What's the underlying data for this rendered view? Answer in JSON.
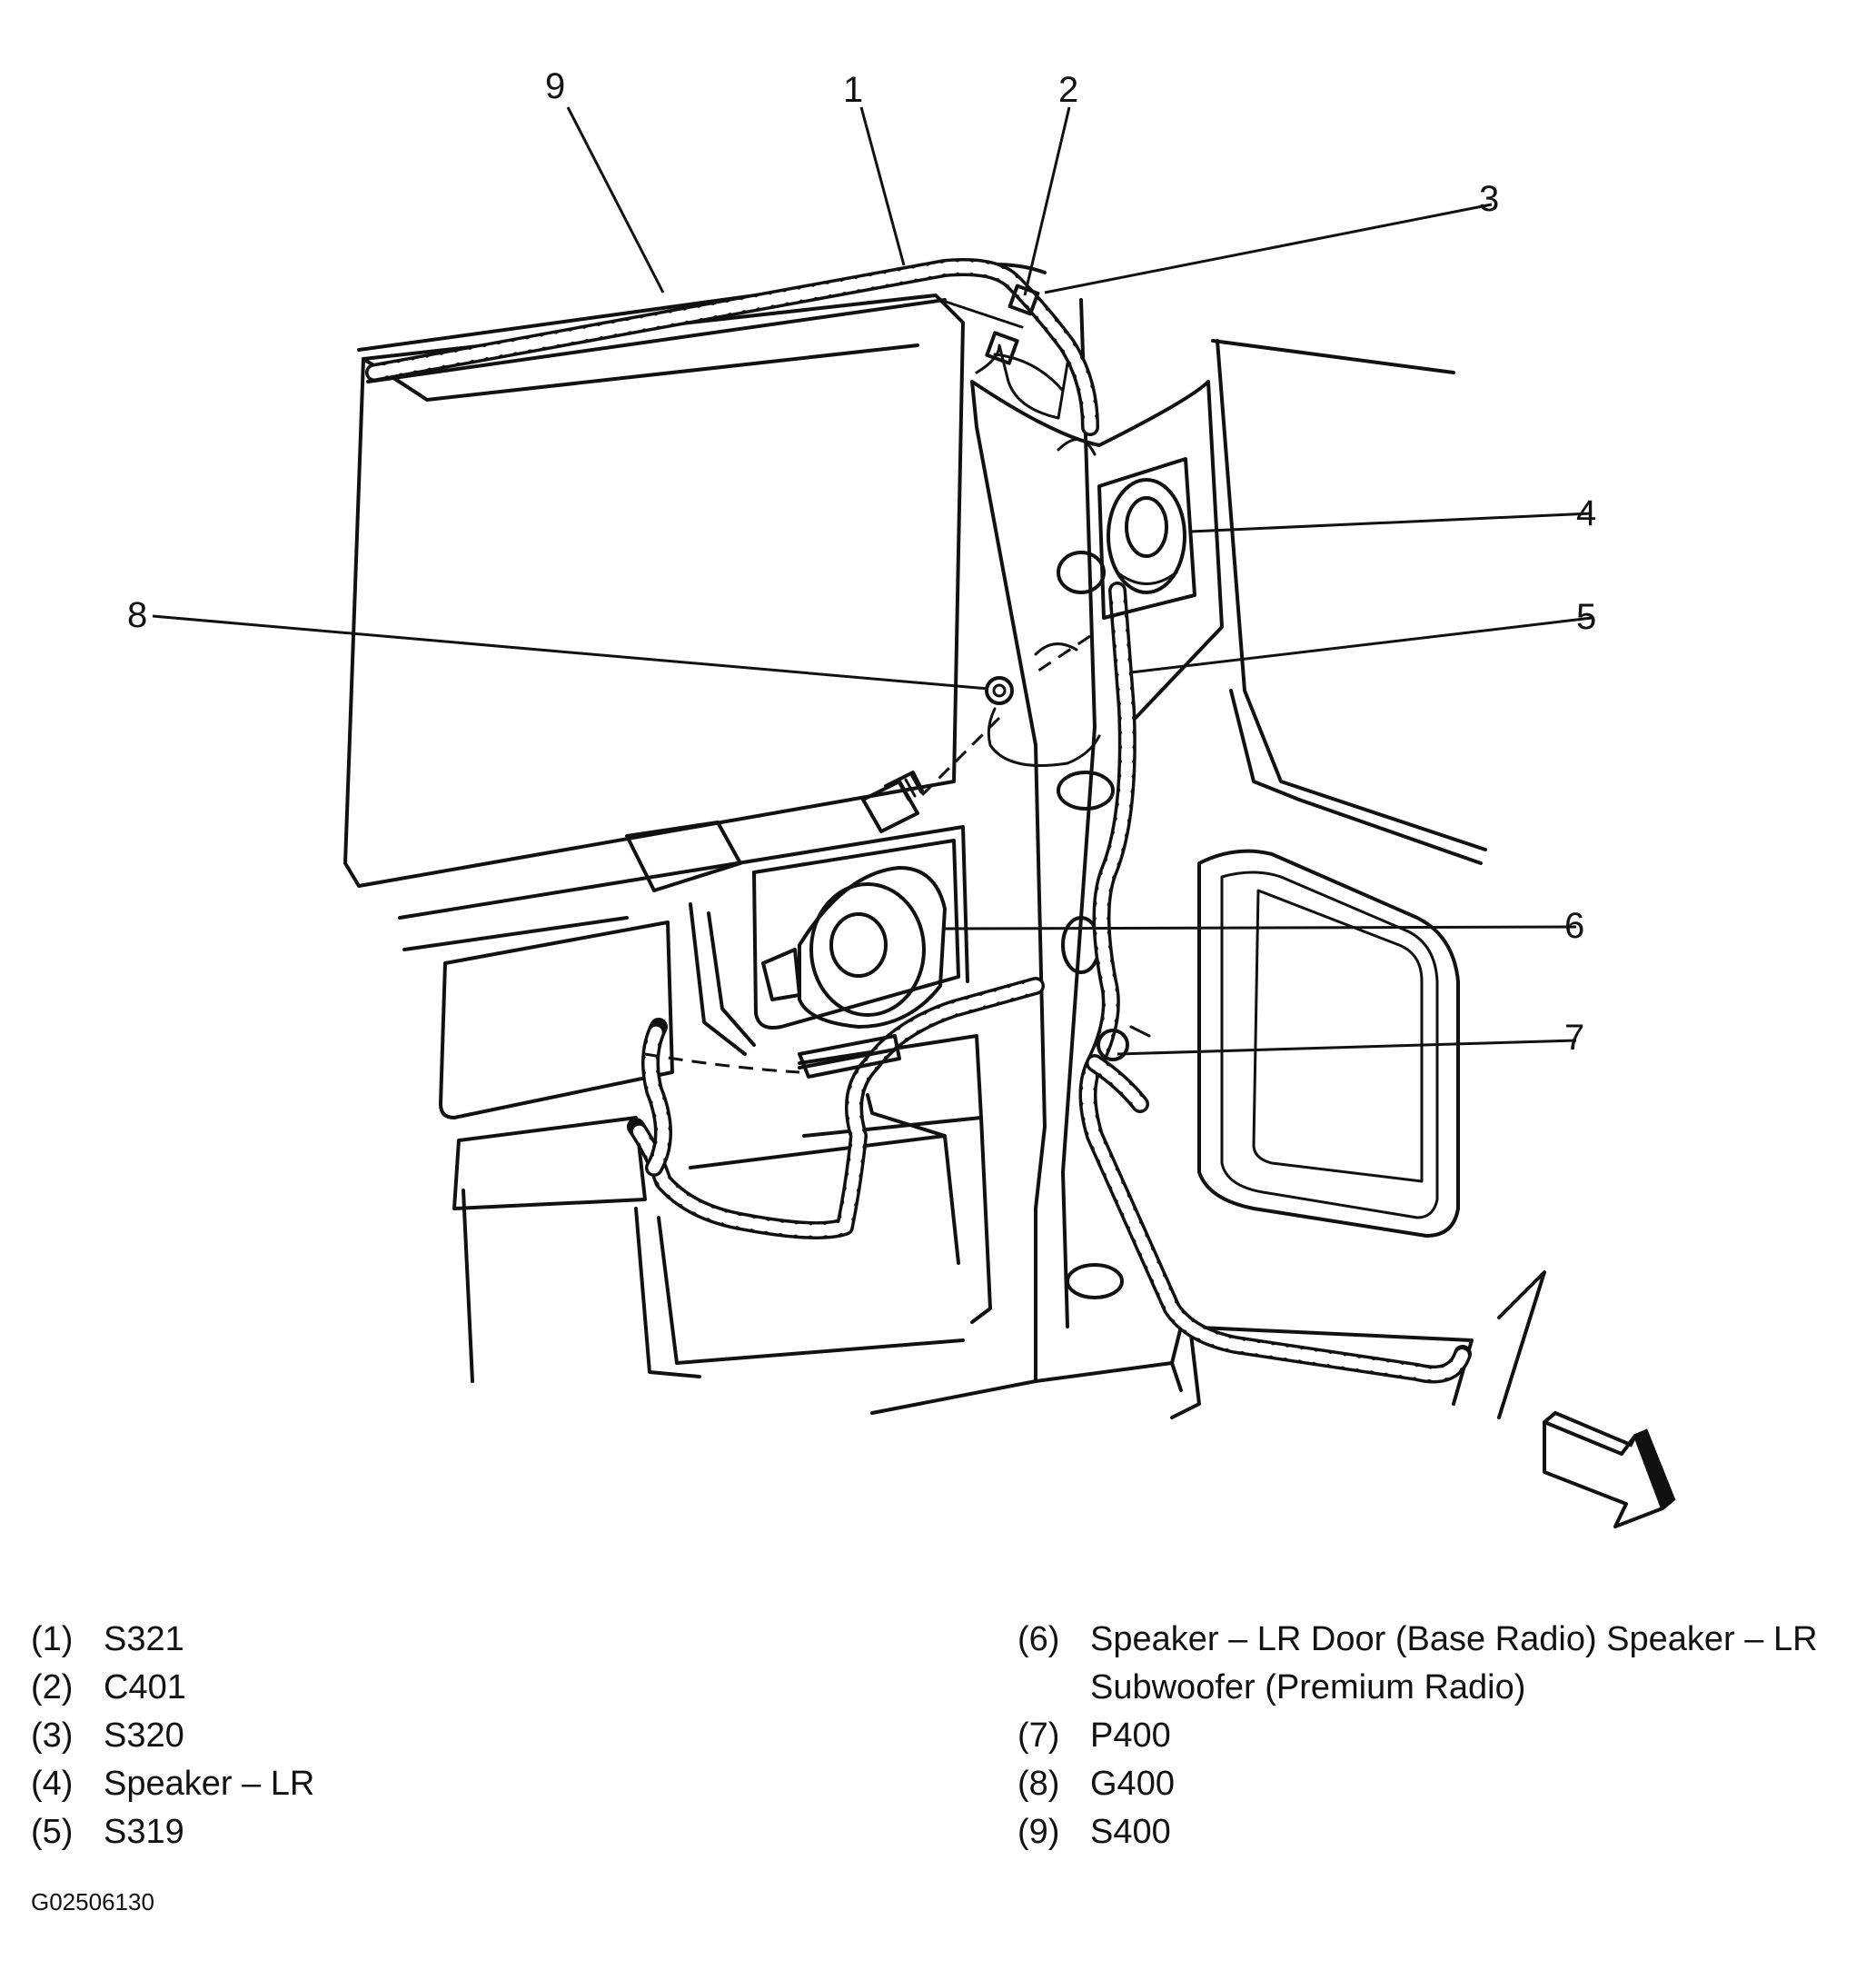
{
  "callouts": [
    "1",
    "2",
    "3",
    "4",
    "5",
    "6",
    "7",
    "8",
    "9"
  ],
  "legend": [
    {
      "num": "(1)",
      "label": "S321"
    },
    {
      "num": "(2)",
      "label": "C401"
    },
    {
      "num": "(3)",
      "label": "S320"
    },
    {
      "num": "(4)",
      "label": "Speaker – LR"
    },
    {
      "num": "(5)",
      "label": "S319"
    },
    {
      "num": "(6)",
      "label": "Speaker – LR Door (Base Radio) Speaker – LR Subwoofer (Premium Radio)"
    },
    {
      "num": "(7)",
      "label": "P400"
    },
    {
      "num": "(8)",
      "label": "G400"
    },
    {
      "num": "(9)",
      "label": "S400"
    }
  ],
  "image_code": "G02506130",
  "colors": {
    "ink": "#111111",
    "background": "#ffffff"
  },
  "icons": [
    "direction-arrow-icon",
    "ground-bolt-icon",
    "speaker-icon"
  ]
}
